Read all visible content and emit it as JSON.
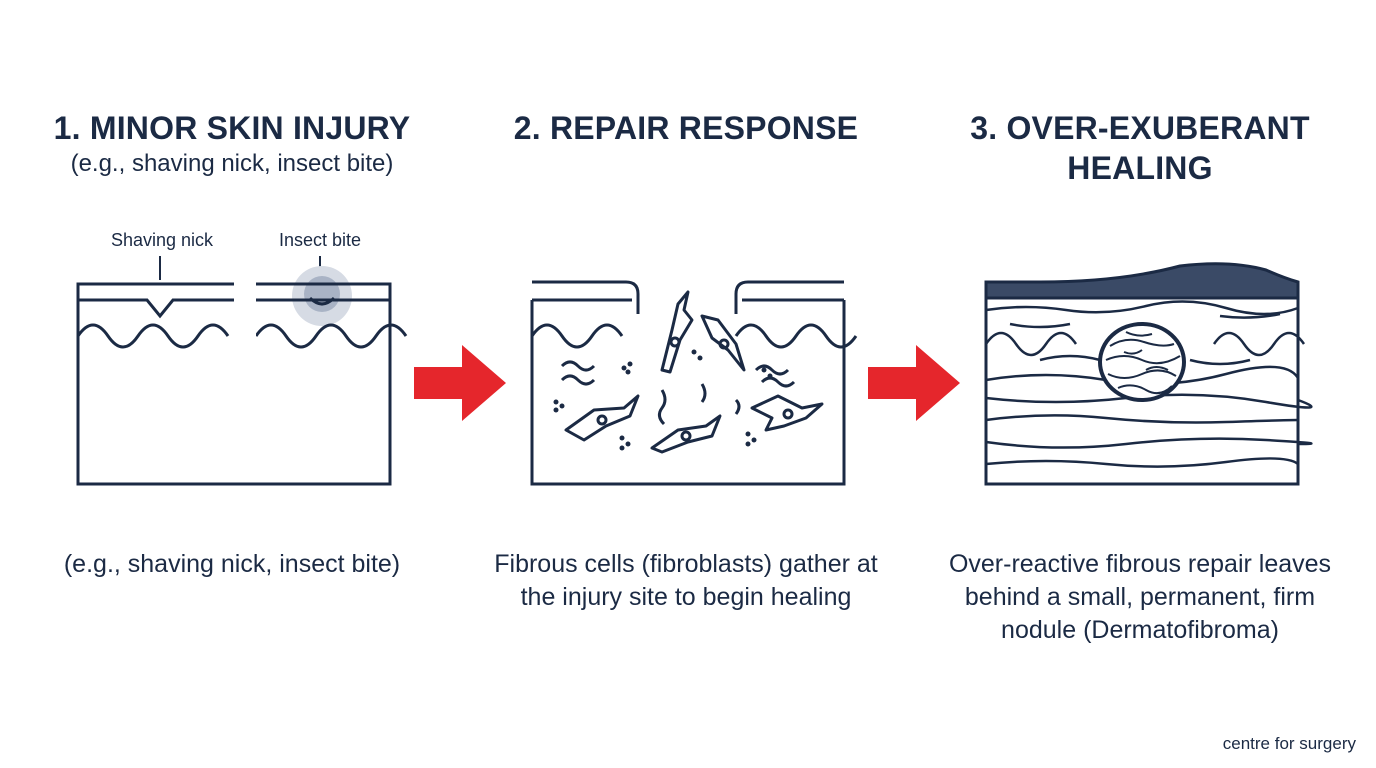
{
  "panels": [
    {
      "title": "1. MINOR SKIN INJURY",
      "subtitle": "(e.g., shaving nick, insect bite)",
      "labels": {
        "nick": "Shaving nick",
        "bite": "Insect bite"
      },
      "caption": "(e.g., shaving nick, insect bite)"
    },
    {
      "title": "2. REPAIR RESPONSE",
      "caption": "Fibrous cells (fibroblasts) gather at the injury site to begin healing"
    },
    {
      "title": "3. OVER-EXUBERANT HEALING",
      "caption": "Over-reactive fibrous repair leaves behind a small, permanent, firm nodule (Dermatofibroma)"
    }
  ],
  "footer": "centre for surgery",
  "colors": {
    "ink": "#1b2a44",
    "arrow": "#e5262c",
    "skinTop": "#3a4a66"
  }
}
